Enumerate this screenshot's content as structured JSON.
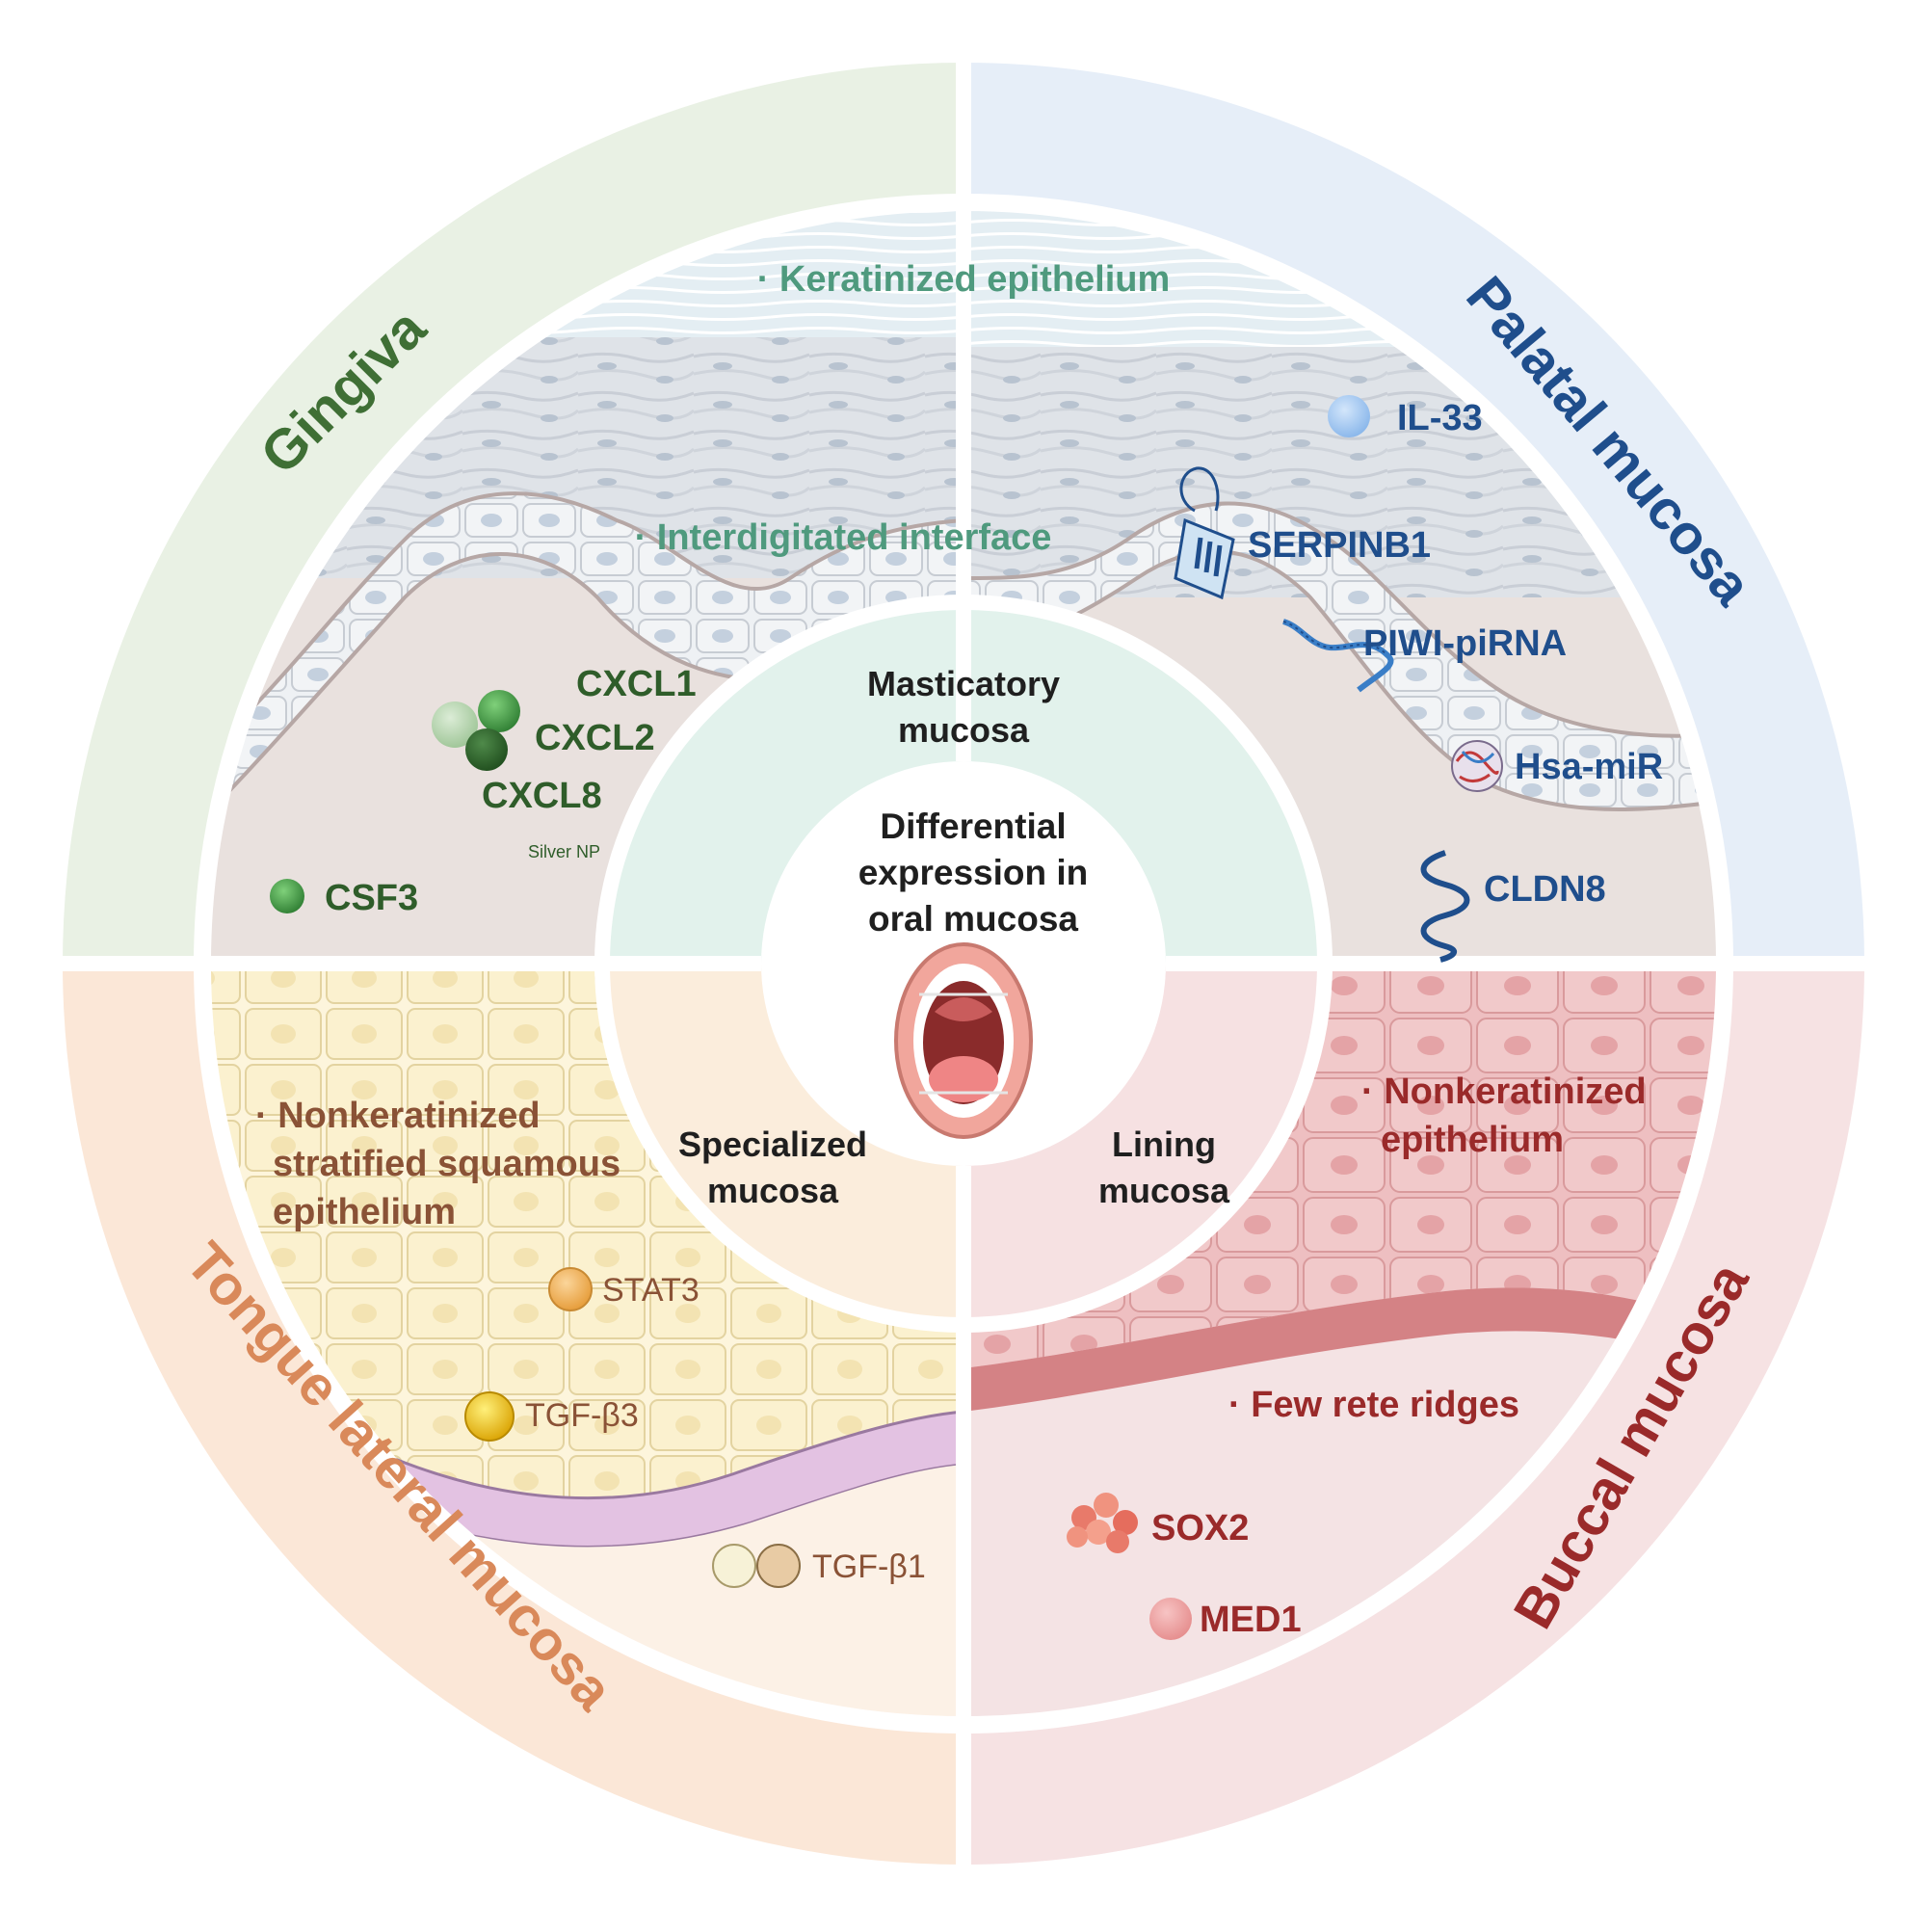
{
  "center": {
    "lines": [
      "Differential",
      "expression in",
      "oral mucosa"
    ]
  },
  "mid_ring": {
    "masticatory": [
      "Masticatory",
      "mucosa"
    ],
    "specialized": [
      "Specialized",
      "mucosa"
    ],
    "lining": [
      "Lining",
      "mucosa"
    ]
  },
  "regions": {
    "gingiva": "Gingiva",
    "palatal": "Palatal mucosa",
    "tongue": "Tongue lateral mucosa",
    "buccal": "Buccal  mucosa"
  },
  "features": {
    "keratinized": "· Keratinized epithelium",
    "interdigitated": "· Interdigitated interface",
    "tongue_epi": [
      "· Nonkeratinized",
      "stratified squamous",
      "epithelium"
    ],
    "buccal_epi": [
      "· Nonkeratinized",
      "epithelium"
    ],
    "rete": "· Few rete ridges"
  },
  "markers": {
    "gingiva": {
      "cxcl1": "CXCL1",
      "cxcl2": "CXCL2",
      "cxcl8": "CXCL8",
      "silver": "Silver NP",
      "csf3": "CSF3"
    },
    "palatal": {
      "il33": "IL-33",
      "serpinb1": "SERPINB1",
      "piwi": "PIWI-piRNA",
      "mir": "Hsa-miR",
      "cldn8": "CLDN8"
    },
    "tongue": {
      "stat3": "STAT3",
      "tgfb3": "TGF-β3",
      "tgfb1": "TGF-β1"
    },
    "buccal": {
      "sox2": "SOX2",
      "med1": "MED1"
    }
  },
  "colors": {
    "gingiva": "#3f6f35",
    "palatal": "#1f4e8c",
    "tongue": "#d9895a",
    "buccal": "#9a2a2a",
    "teal": "#4f9a7e",
    "brown": "#8a5236"
  }
}
